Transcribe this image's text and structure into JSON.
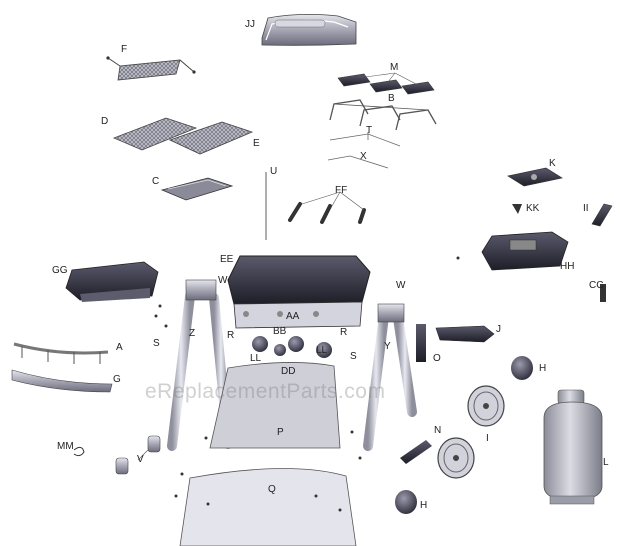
{
  "watermark": "eReplacementParts.com",
  "colors": {
    "metal": "#9a9aa8",
    "dark": "#2e2e3c",
    "line": "#555566",
    "light": "#d6d6de",
    "tank": "#b6b8c4"
  },
  "labels": {
    "JJ": "JJ",
    "F": "F",
    "M": "M",
    "B": "B",
    "D": "D",
    "E": "E",
    "T": "T",
    "X": "X",
    "K": "K",
    "U": "U",
    "C": "C",
    "FF": "FF",
    "KK": "KK",
    "II": "II",
    "GG": "GG",
    "EE": "EE",
    "HH": "HH",
    "CC": "CC",
    "W1": "W",
    "W2": "W",
    "Z": "Z",
    "AA": "AA",
    "BB": "BB",
    "R1": "R",
    "R2": "R",
    "S1": "S",
    "S2": "S",
    "Y": "Y",
    "J": "J",
    "A": "A",
    "LL1": "LL",
    "LL2": "LL",
    "O": "O",
    "H1": "H",
    "H2": "H",
    "G": "G",
    "DD": "DD",
    "P": "P",
    "I": "I",
    "L": "L",
    "N": "N",
    "MM": "MM",
    "V": "V",
    "Q": "Q"
  }
}
